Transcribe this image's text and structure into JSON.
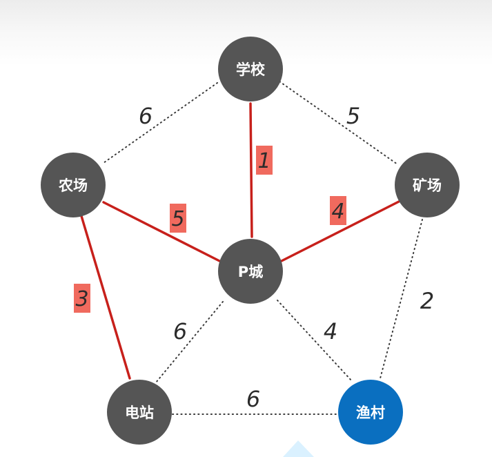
{
  "colors": {
    "node": "#555555",
    "node_highlight": "#0a6fc0",
    "selected_edge": "#c7201b",
    "selected_label_bg": "#f06a5e",
    "dotted_edge": "#3a3a3a"
  },
  "nodes": [
    {
      "id": "school",
      "label": "学校",
      "highlight": false
    },
    {
      "id": "farm",
      "label": "农场",
      "highlight": false
    },
    {
      "id": "mine",
      "label": "矿场",
      "highlight": false
    },
    {
      "id": "pcity",
      "label": "P城",
      "highlight": false
    },
    {
      "id": "station",
      "label": "电站",
      "highlight": false
    },
    {
      "id": "village",
      "label": "渔村",
      "highlight": true
    }
  ],
  "edges": [
    {
      "id": "school-farm",
      "from": "school",
      "to": "farm",
      "weight": "6",
      "selected": false
    },
    {
      "id": "school-mine",
      "from": "school",
      "to": "mine",
      "weight": "5",
      "selected": false
    },
    {
      "id": "school-pcity",
      "from": "school",
      "to": "pcity",
      "weight": "1",
      "selected": true
    },
    {
      "id": "farm-pcity",
      "from": "farm",
      "to": "pcity",
      "weight": "5",
      "selected": true
    },
    {
      "id": "mine-pcity",
      "from": "mine",
      "to": "pcity",
      "weight": "4",
      "selected": true
    },
    {
      "id": "farm-station",
      "from": "farm",
      "to": "station",
      "weight": "3",
      "selected": true
    },
    {
      "id": "mine-village",
      "from": "mine",
      "to": "village",
      "weight": "2",
      "selected": false
    },
    {
      "id": "pcity-station",
      "from": "pcity",
      "to": "station",
      "weight": "6",
      "selected": false
    },
    {
      "id": "pcity-village",
      "from": "pcity",
      "to": "village",
      "weight": "4",
      "selected": false
    },
    {
      "id": "station-village",
      "from": "station",
      "to": "village",
      "weight": "6",
      "selected": false
    }
  ]
}
